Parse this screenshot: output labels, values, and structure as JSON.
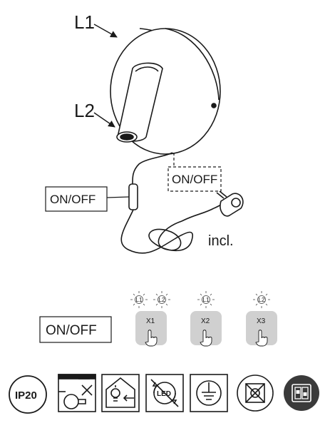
{
  "diagram": {
    "callouts": {
      "l1": "L1",
      "l2": "L2"
    },
    "switch_labels": {
      "wall_switch": "ON/OFF",
      "cord_switch": "ON/OFF",
      "legend_switch": "ON/OFF"
    },
    "plug_note": "incl.",
    "touch_modes": [
      {
        "lamps": [
          "L1",
          "L2"
        ],
        "button": "X1"
      },
      {
        "lamps": [
          "L1"
        ],
        "button": "X2"
      },
      {
        "lamps": [
          "L2"
        ],
        "button": "X3"
      }
    ],
    "spec_icons": [
      {
        "icon": "ip-rating-icon",
        "text": "IP20"
      },
      {
        "icon": "no-incandescent-bulb-icon"
      },
      {
        "icon": "indoor-use-only-icon"
      },
      {
        "icon": "led-not-replaceable-icon"
      },
      {
        "icon": "protection-class-icon"
      },
      {
        "icon": "not-dimmable-icon"
      },
      {
        "icon": "switch-icon"
      }
    ]
  }
}
